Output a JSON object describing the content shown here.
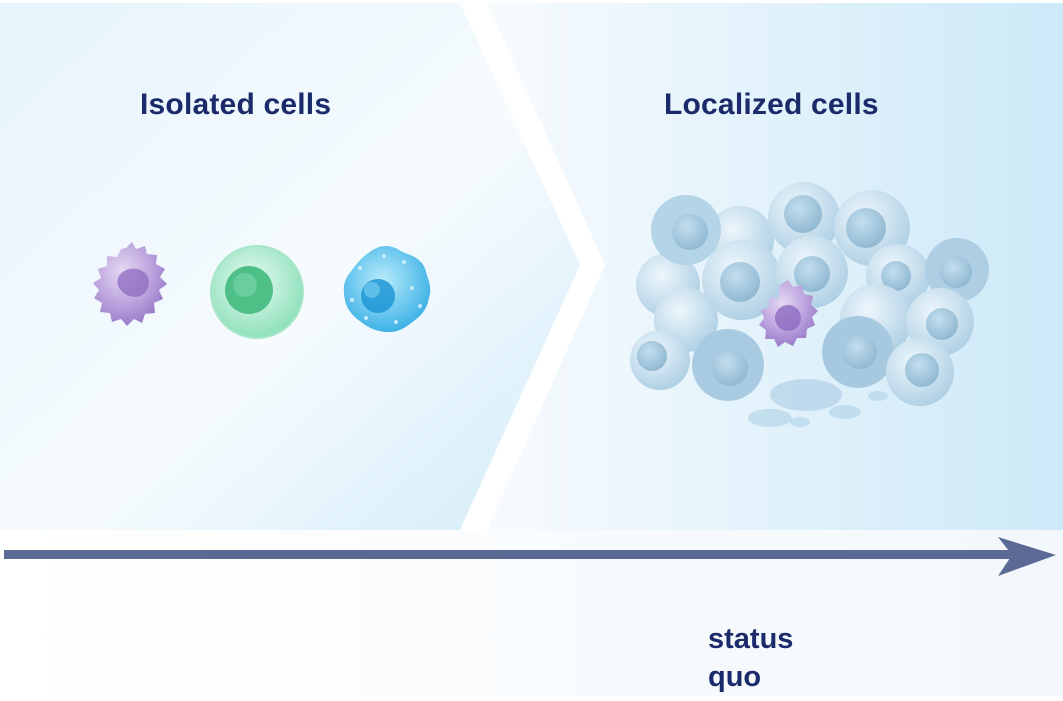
{
  "stages": {
    "left": {
      "title": "Isolated cells"
    },
    "right": {
      "title": "Localized cells"
    }
  },
  "axis": {
    "marker_label": "status quo"
  },
  "colors": {
    "panel_light": "#f4fafe",
    "panel_blue": "#cde9f8",
    "text": "#1b2a6b",
    "arrow": "#5a6a94",
    "cell_purple": "#9b7cc9",
    "cell_green": "#5fd0a0",
    "cell_blue": "#3db8e8",
    "cell_grey_blue": "#a9cfe6"
  },
  "icons": [
    "purple-cell-icon",
    "green-cell-icon",
    "blue-cell-icon",
    "cell-cluster-icon",
    "timeline-arrow-icon"
  ]
}
